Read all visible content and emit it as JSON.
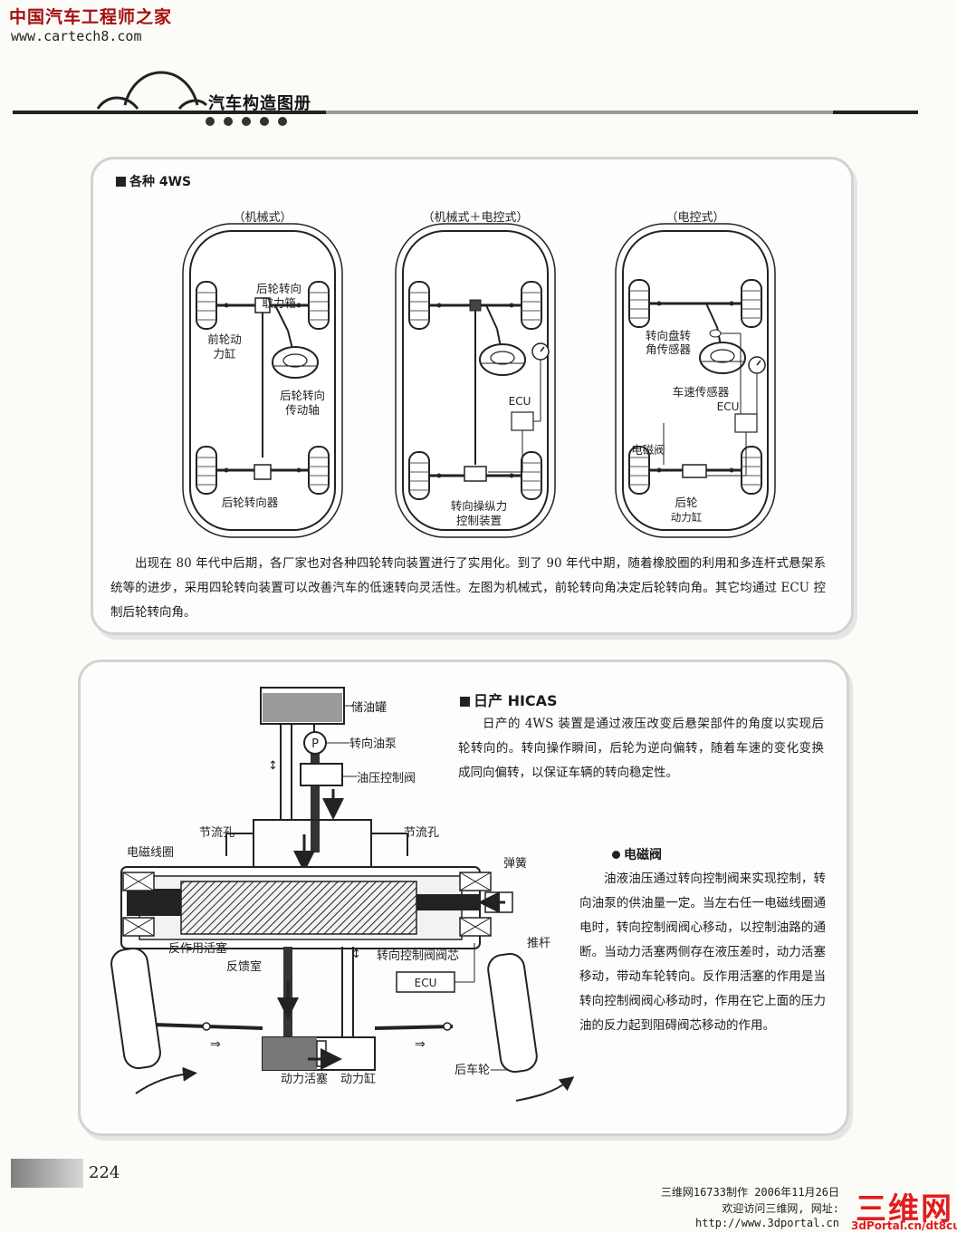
{
  "header": {
    "site_name": "中国汽车工程师之家",
    "site_url": "www.cartech8.com",
    "book_title": "汽车构造图册"
  },
  "section1": {
    "title": "各种 4WS",
    "diagrams": [
      {
        "caption": "（机械式）",
        "labels": [
          "后轮转向",
          "取力箱",
          "前轮动",
          "力缸",
          "后轮转向",
          "传动轴",
          "后轮转向器"
        ]
      },
      {
        "caption": "（机械式＋电控式）",
        "labels": [
          "ECU",
          "转向操纵力",
          "控制装置"
        ]
      },
      {
        "caption": "（电控式）",
        "labels": [
          "转向盘转",
          "角传感器",
          "车速传感器",
          "ECU",
          "电磁阀",
          "后轮",
          "动力缸"
        ]
      }
    ],
    "description": "出现在 80 年代中后期，各厂家也对各种四轮转向装置进行了实用化。到了 90 年代中期，随着橡胶圈的利用和多连杆式悬架系统等的进步，采用四轮转向装置可以改善汽车的低速转向灵活性。左图为机械式，前轮转向角决定后轮转向角。其它均通过 ECU 控制后轮转向角。"
  },
  "section2": {
    "title": "日产 HICAS",
    "description": "日产的 4WS 装置是通过液压改变后悬架部件的角度以实现后轮转向的。转向操作瞬间，后轮为逆向偏转，随着车速的变化变换成同向偏转，以保证车辆的转向稳定性。",
    "diagram_labels": {
      "reservoir": "储油罐",
      "pump_symbol": "P",
      "pump": "转向油泵",
      "control_valve": "油压控制阀",
      "orifice_left": "节流孔",
      "orifice_right": "节流孔",
      "coil": "电磁线圈",
      "spring": "弹簧",
      "push_rod": "推杆",
      "reaction_piston": "反作用活塞",
      "reaction_chamber": "反馈室",
      "valve_spool": "转向控制阀阀芯",
      "ecu": "ECU",
      "power_piston": "动力活塞",
      "power_cylinder": "动力缸",
      "rear_wheel": "后车轮"
    },
    "subsection": {
      "title": "电磁阀",
      "text": "油液油压通过转向控制阀来实现控制，转向油泵的供油量一定。当左右任一电磁线圈通电时，转向控制阀阀心移动，以控制油路的通断。当动力活塞两侧存在液压差时，动力活塞移动，带动车轮转向。反作用活塞的作用是当转向控制阀阀心移动时，作用在它上面的压力油的反力起到阻碍阀芯移动的作用。"
    }
  },
  "footer": {
    "page_number": "224",
    "credit_line1": "三维网16733制作 2006年11月26日",
    "credit_line2": "欢迎访问三维网, 网址:",
    "credit_line3": "http://www.3dportal.cn",
    "logo_text": "三维网",
    "logo_sub": "3dPortal.cn/dt8cuz"
  }
}
